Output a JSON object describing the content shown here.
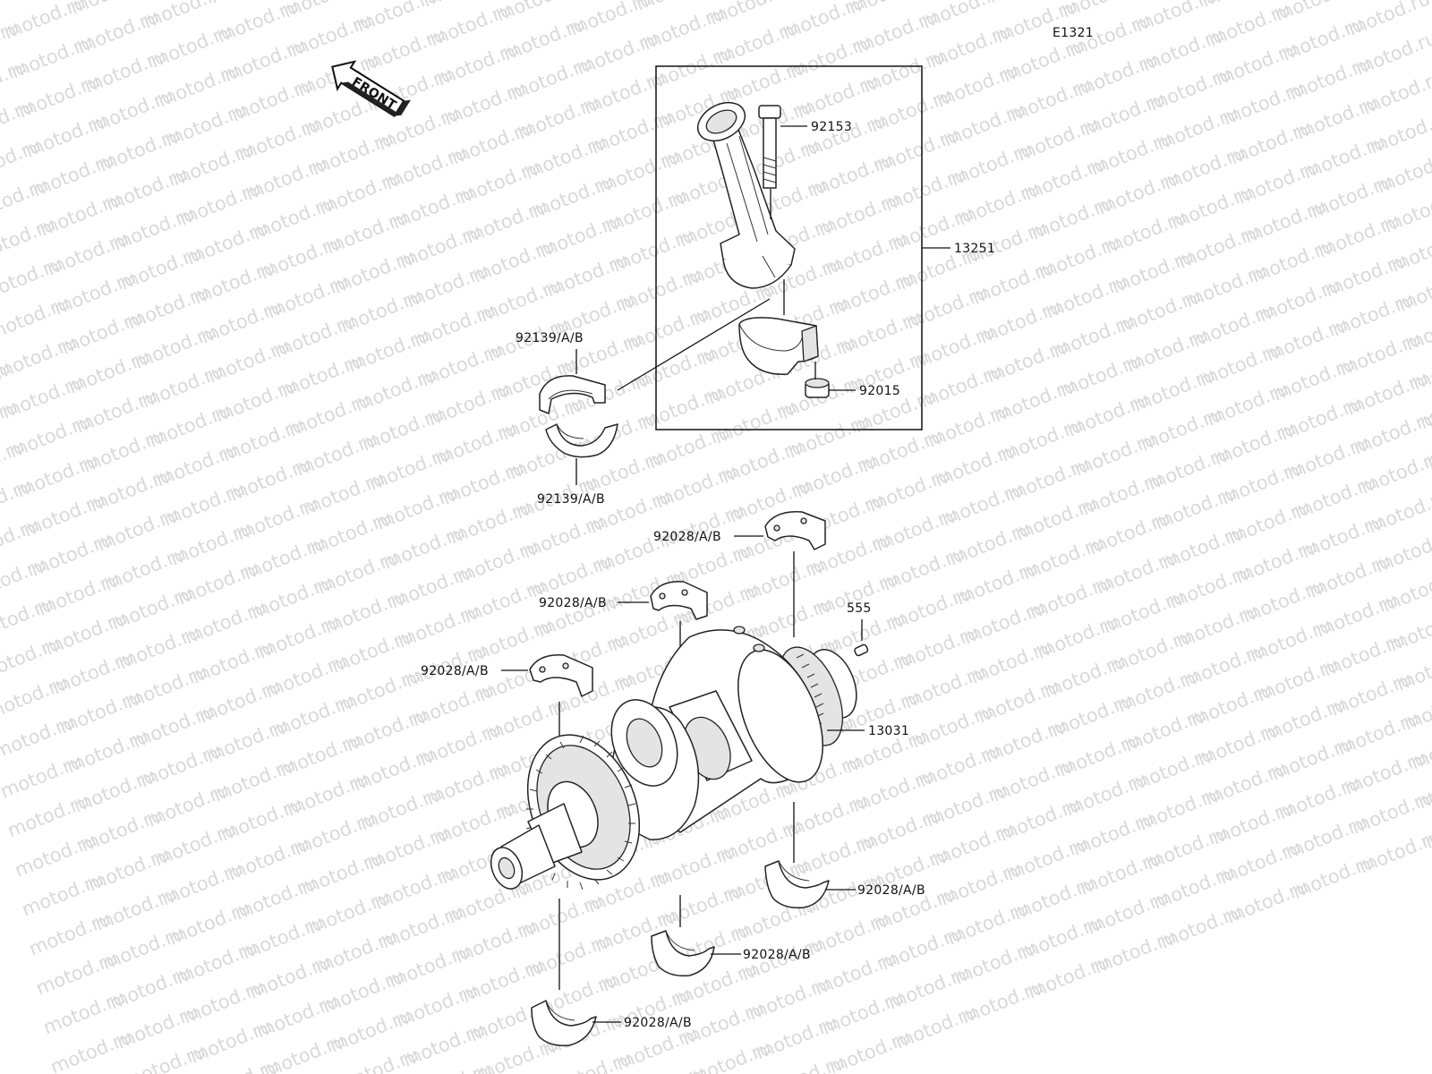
{
  "diagram_code": "E1321",
  "front_label": "FRONT",
  "watermark": "motod.ru",
  "parts": {
    "bolt": "92153",
    "con_rod_assy": "13251",
    "nut": "92015",
    "rod_bearing_upper": "92139/A/B",
    "rod_bearing_lower": "92139/A/B",
    "main_bearing_upper_1": "92028/A/B",
    "main_bearing_upper_2": "92028/A/B",
    "main_bearing_upper_3": "92028/A/B",
    "pin": "555",
    "crankshaft": "13031",
    "main_bearing_lower_1": "92028/A/B",
    "main_bearing_lower_2": "92028/A/B",
    "main_bearing_lower_3": "92028/A/B"
  }
}
